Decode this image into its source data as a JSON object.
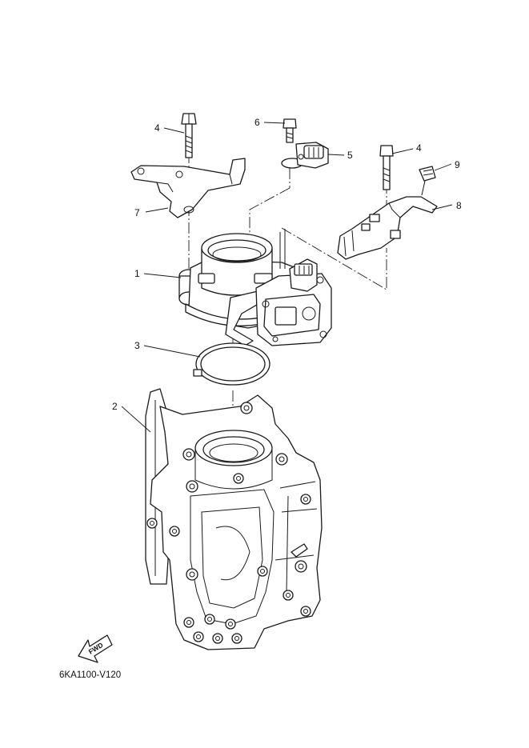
{
  "callouts": {
    "c1": "1",
    "c2": "2",
    "c3": "3",
    "c4a": "4",
    "c4b": "4",
    "c5": "5",
    "c6": "6",
    "c7": "7",
    "c8": "8",
    "c9": "9"
  },
  "fwd_label": "FWD",
  "drawing_code": "6KA1100-V120"
}
